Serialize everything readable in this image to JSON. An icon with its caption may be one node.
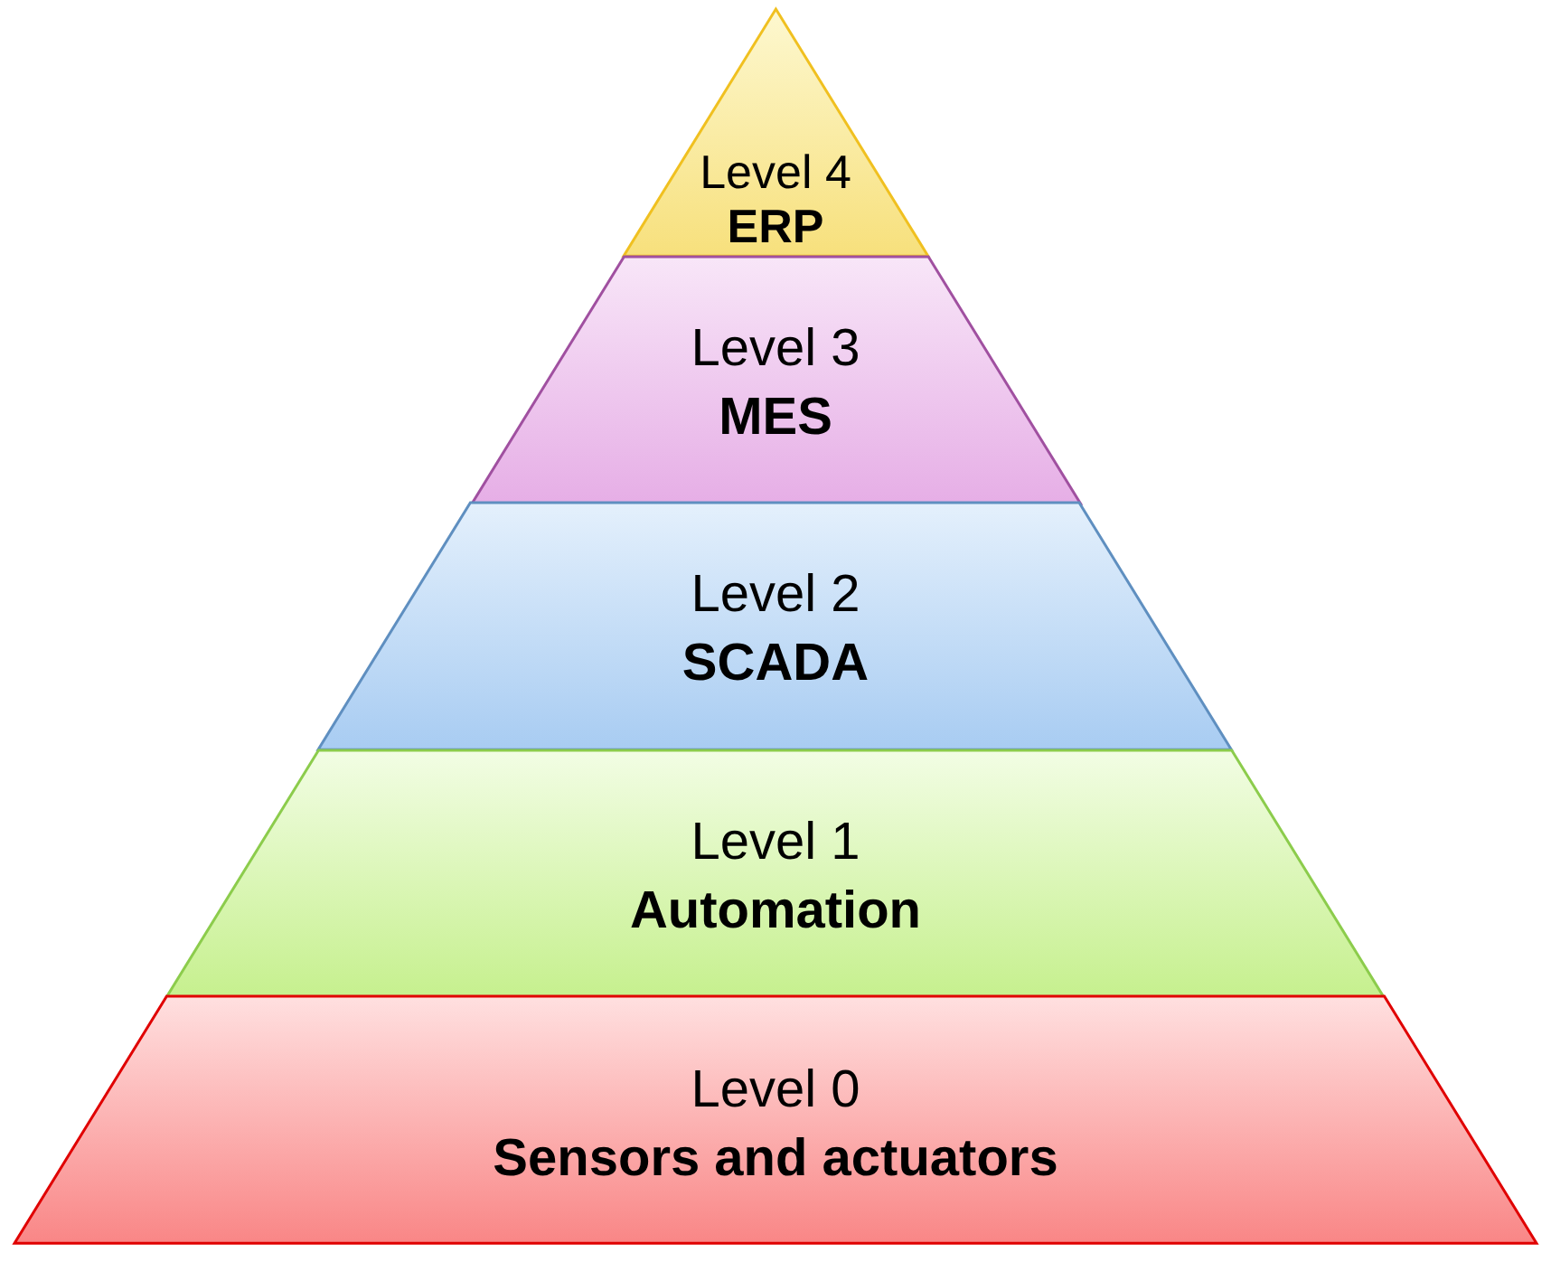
{
  "diagram": {
    "nodes": [
      {
        "text": [
          "Level 4",
          "ERP"
        ]
      },
      {
        "text": [
          "Level 3",
          "MES"
        ]
      },
      {
        "text": [
          "Level 2",
          "SCADA"
        ]
      },
      {
        "text": [
          "Level 1",
          "Automation"
        ]
      },
      {
        "text": [
          "Level 0",
          "Sensors and actuators"
        ]
      }
    ]
  }
}
